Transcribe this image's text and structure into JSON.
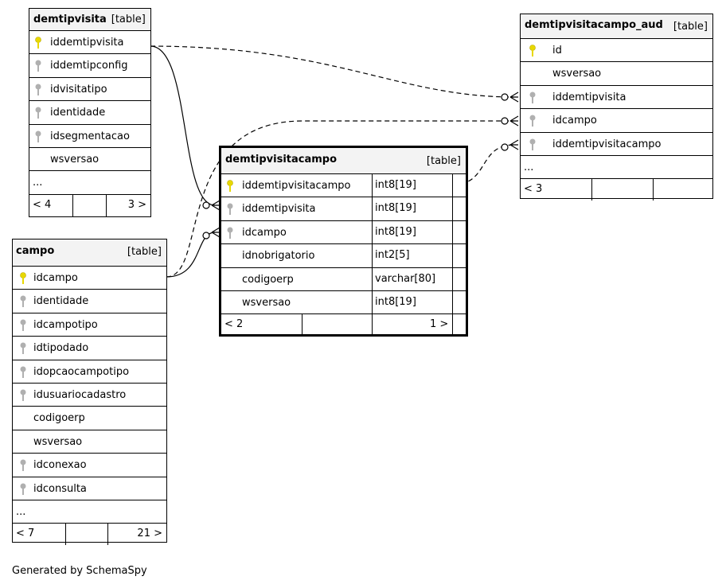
{
  "tables": {
    "demtipvisita": {
      "name": "demtipvisita",
      "type_label": "[table]",
      "columns": [
        {
          "name": "iddemtipvisita",
          "key": "primary"
        },
        {
          "name": "iddemtipconfig",
          "key": "foreign"
        },
        {
          "name": "idvisitatipo",
          "key": "foreign"
        },
        {
          "name": "identidade",
          "key": "foreign"
        },
        {
          "name": "idsegmentacao",
          "key": "foreign"
        },
        {
          "name": "wsversao",
          "key": "none"
        },
        {
          "name": "...",
          "key": "none"
        }
      ],
      "footer": {
        "left": "< 4",
        "right": "3 >"
      }
    },
    "demtipvisitacampo_aud": {
      "name": "demtipvisitacampo_aud",
      "type_label": "[table]",
      "columns": [
        {
          "name": "id",
          "key": "primary"
        },
        {
          "name": "wsversao",
          "key": "none"
        },
        {
          "name": "iddemtipvisita",
          "key": "foreign"
        },
        {
          "name": "idcampo",
          "key": "foreign"
        },
        {
          "name": "iddemtipvisitacampo",
          "key": "foreign"
        },
        {
          "name": "...",
          "key": "none"
        }
      ],
      "footer": {
        "left": "< 3",
        "right": ""
      }
    },
    "demtipvisitacampo": {
      "name": "demtipvisitacampo",
      "type_label": "[table]",
      "columns": [
        {
          "name": "iddemtipvisitacampo",
          "type": "int8[19]",
          "key": "primary"
        },
        {
          "name": "iddemtipvisita",
          "type": "int8[19]",
          "key": "foreign"
        },
        {
          "name": "idcampo",
          "type": "int8[19]",
          "key": "foreign"
        },
        {
          "name": "idnobrigatorio",
          "type": "int2[5]",
          "key": "none"
        },
        {
          "name": "codigoerp",
          "type": "varchar[80]",
          "key": "none"
        },
        {
          "name": "wsversao",
          "type": "int8[19]",
          "key": "none"
        }
      ],
      "footer": {
        "left": "< 2",
        "right": "1 >"
      }
    },
    "campo": {
      "name": "campo",
      "type_label": "[table]",
      "columns": [
        {
          "name": "idcampo",
          "key": "primary"
        },
        {
          "name": "identidade",
          "key": "foreign"
        },
        {
          "name": "idcampotipo",
          "key": "foreign"
        },
        {
          "name": "idtipodado",
          "key": "foreign"
        },
        {
          "name": "idopcaocampotipo",
          "key": "foreign"
        },
        {
          "name": "idusuariocadastro",
          "key": "foreign"
        },
        {
          "name": "codigoerp",
          "key": "none"
        },
        {
          "name": "wsversao",
          "key": "none"
        },
        {
          "name": "idconexao",
          "key": "foreign"
        },
        {
          "name": "idconsulta",
          "key": "foreign"
        },
        {
          "name": "...",
          "key": "none"
        }
      ],
      "footer": {
        "left": "< 7",
        "right": "21 >"
      }
    }
  },
  "relationships": [
    {
      "from": "demtipvisitacampo.iddemtipvisita",
      "to": "demtipvisita.iddemtipvisita",
      "style": "solid"
    },
    {
      "from": "demtipvisitacampo.idcampo",
      "to": "campo.idcampo",
      "style": "solid"
    },
    {
      "from": "demtipvisitacampo_aud.iddemtipvisita",
      "to": "demtipvisita.iddemtipvisita",
      "style": "dashed"
    },
    {
      "from": "demtipvisitacampo_aud.idcampo",
      "to": "campo.idcampo",
      "style": "dashed"
    },
    {
      "from": "demtipvisitacampo_aud.iddemtipvisitacampo",
      "to": "demtipvisitacampo.iddemtipvisitacampo",
      "style": "dashed"
    }
  ],
  "colors": {
    "primary_key": "#e8d800",
    "foreign_key": "#b0b0b0",
    "header_bg": "#f3f3f3"
  },
  "generated_by": "Generated by SchemaSpy"
}
